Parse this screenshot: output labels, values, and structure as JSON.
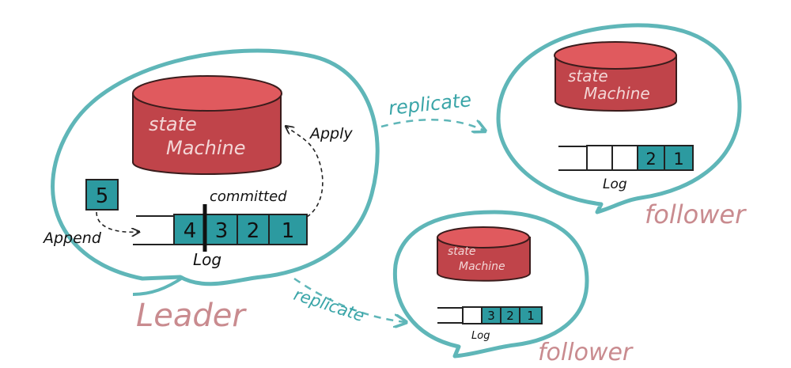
{
  "colors": {
    "teal": "#5fb6b8",
    "cylinder_red": "#c0444a",
    "cylinder_top": "#e05a5e",
    "log_fill": "#2c9aa0",
    "role_pink": "#c98b8f",
    "ink": "#222222",
    "background": "#ffffff"
  },
  "leader": {
    "state_machine_line1": "state",
    "state_machine_line2": "Machine",
    "new_entry": "5",
    "append_label": "Append",
    "apply_label": "Apply",
    "committed_label": "committed",
    "log_label": "Log",
    "log_entries": [
      "4",
      "3",
      "2",
      "1"
    ],
    "role_label": "Leader"
  },
  "follower_top": {
    "state_machine_line1": "state",
    "state_machine_line2": "Machine",
    "log_entries": [
      "2",
      "1"
    ],
    "log_label": "Log",
    "role_label": "follower"
  },
  "follower_bottom": {
    "state_machine_line1": "state",
    "state_machine_line2": "Machine",
    "log_entries": [
      "3",
      "2",
      "1"
    ],
    "log_label": "Log",
    "role_label": "follower"
  },
  "arrows": {
    "replicate_top": "replicate",
    "replicate_bottom": "replicate"
  }
}
